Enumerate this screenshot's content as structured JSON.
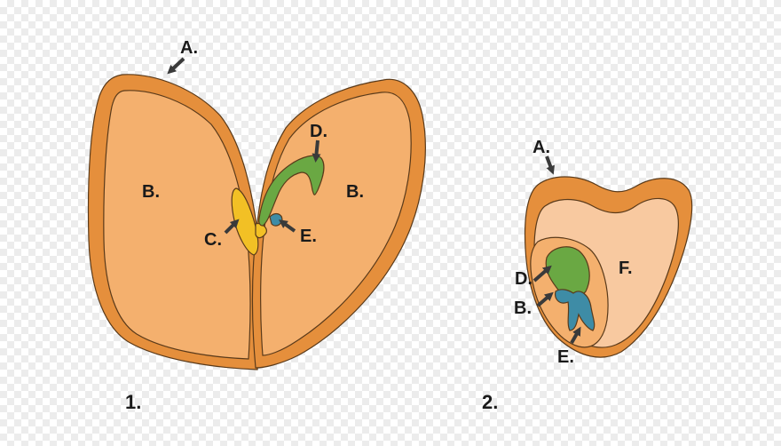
{
  "colors": {
    "seed_coat": "#e58f3c",
    "cotyledon": "#f4b06e",
    "endosperm": "#f8c9a0",
    "plumule": "#6aa843",
    "radicle": "#3e8ca6",
    "hypocotyl": "#f2c025",
    "arrow": "#3a3a3a"
  },
  "seed1": {
    "number": "1.",
    "labels": {
      "a": "A.",
      "b_left": "B.",
      "b_right": "B.",
      "c": "C.",
      "d": "D.",
      "e": "E."
    }
  },
  "seed2": {
    "number": "2.",
    "labels": {
      "a": "A.",
      "b": "B.",
      "d": "D.",
      "e": "E.",
      "f": "F."
    }
  },
  "icons": [
    "arrow-icon"
  ]
}
